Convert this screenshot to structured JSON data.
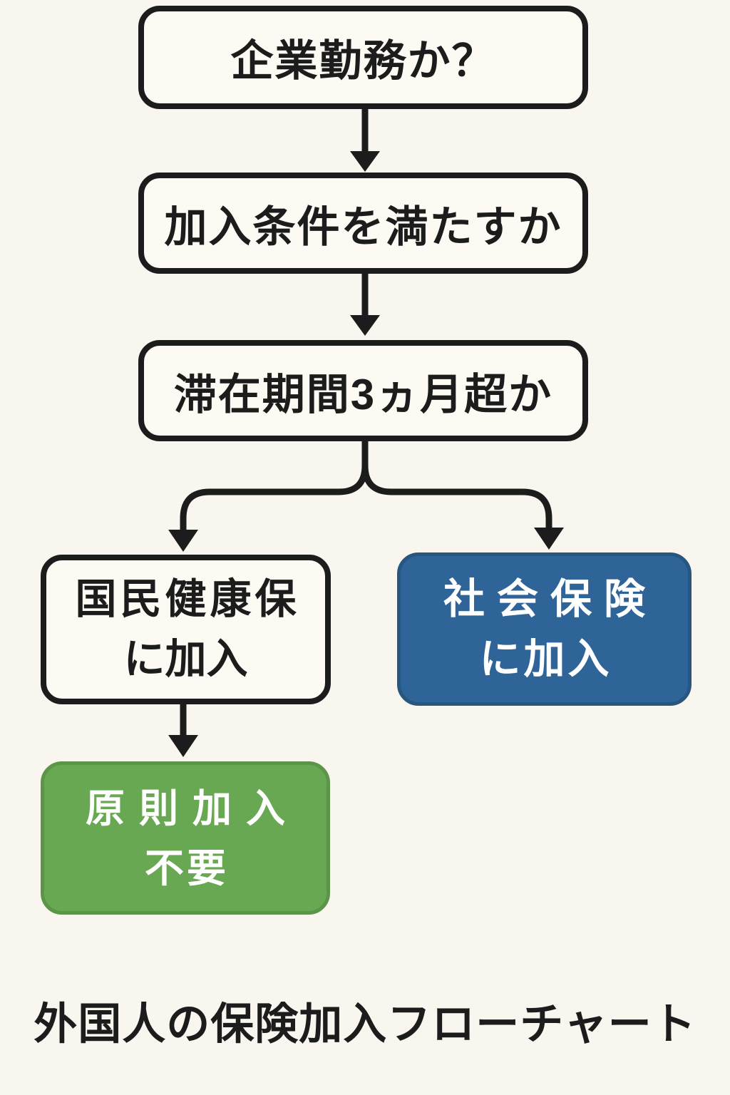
{
  "title": "外国人の保険加入フローチャート",
  "palette": {
    "background": "#f8f6ee",
    "node_fill": "#fcfaf3",
    "outline": "#1c1c1c",
    "blue_fill": "#2e6497",
    "green_fill": "#69a853",
    "text_dark": "#1c1c1c",
    "text_light": "#ffffff"
  },
  "nodes": {
    "company": {
      "label": "企業勤務か？"
    },
    "conditions": {
      "label": "加入条件を満たすか"
    },
    "duration": {
      "label": "滞在期間3ヵ月超か"
    },
    "nhi": {
      "line1": "国民健康保",
      "line2": "に加入"
    },
    "shakai": {
      "line1": "社会保険",
      "line2": "に加入"
    },
    "no_enroll": {
      "line1": "原則加入",
      "line2": "不要"
    }
  }
}
